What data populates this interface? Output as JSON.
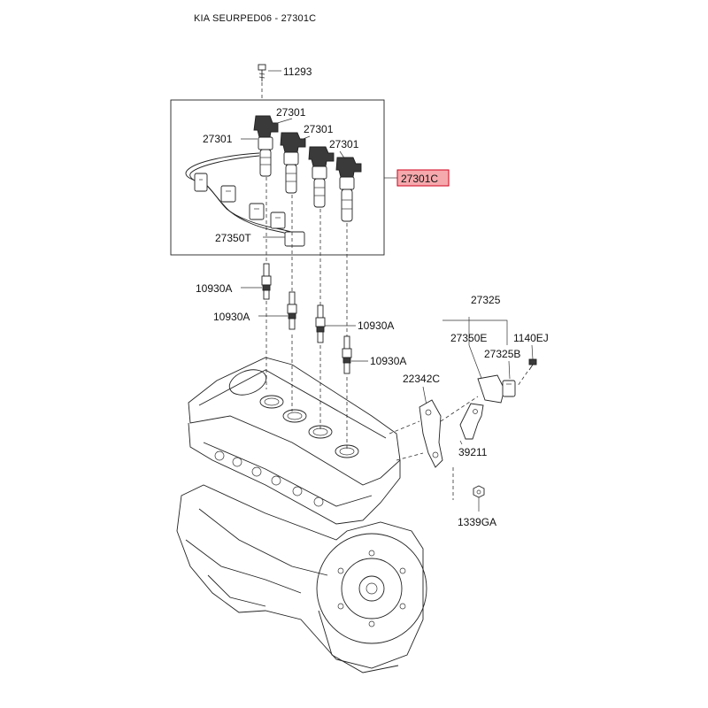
{
  "header": {
    "title": "KIA SEURPED06 - 27301C"
  },
  "callouts": {
    "bolt": "11293",
    "coil_1": "27301",
    "coil_2": "27301",
    "coil_3": "27301",
    "coil_4": "27301",
    "coil_assembly": "27301C",
    "harness": "27350T",
    "plug_1": "10930A",
    "plug_2": "10930A",
    "plug_3": "10930A",
    "plug_4": "10930A",
    "sensor_assembly": "27325",
    "sensor_connector": "27350E",
    "sensor_bolt": "1140EJ",
    "sensor": "27325B",
    "bracket": "22342C",
    "bracket_2": "39211",
    "nut": "1339GA"
  },
  "highlight": {
    "part": "27301C",
    "fill": "#f6a9ad",
    "stroke": "#d0021b"
  }
}
